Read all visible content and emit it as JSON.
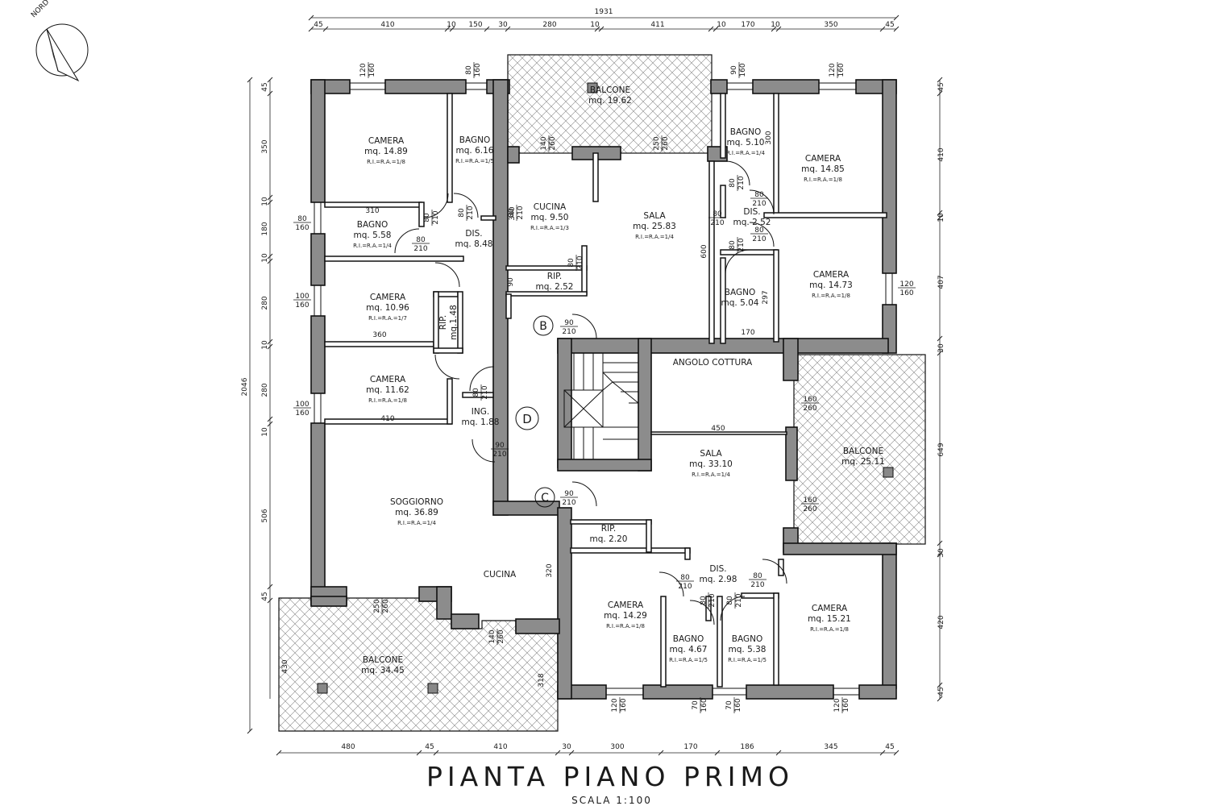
{
  "title": "PIANTA PIANO PRIMO",
  "scale": "SCALA 1:100",
  "compass": {
    "label": "NORD",
    "icon": "north-arrow-icon"
  },
  "dimensions": {
    "top_total": "1931",
    "top": [
      "45",
      "410",
      "10",
      "150",
      "30",
      "280",
      "10",
      "411",
      "10",
      "170",
      "10",
      "350",
      "45"
    ],
    "bottom": [
      "480",
      "45",
      "410",
      "30",
      "300",
      "170",
      "186",
      "345",
      "45"
    ],
    "left_total": "2046",
    "left": [
      "45",
      "350",
      "10",
      "180",
      "10",
      "280",
      "10",
      "280",
      "10",
      "506",
      "45"
    ],
    "right": [
      "45",
      "410",
      "10",
      "407",
      "30",
      "649",
      "30",
      "420",
      "45"
    ]
  },
  "rooms": [
    {
      "id": "camera-1",
      "name": "CAMERA",
      "area": "mq. 14.89",
      "ratio": "R.I.=R.A.=1/8"
    },
    {
      "id": "bagno-1",
      "name": "BAGNO",
      "area": "mq. 6.16",
      "ratio": "R.I.=R.A.=1/5"
    },
    {
      "id": "balcone-1",
      "name": "BALCONE",
      "area": "mq. 19.62",
      "ratio": ""
    },
    {
      "id": "bagno-2",
      "name": "BAGNO",
      "area": "mq. 5.10",
      "ratio": "R.I.=R.A.=1/4"
    },
    {
      "id": "camera-2",
      "name": "CAMERA",
      "area": "mq. 14.85",
      "ratio": "R.I.=R.A.=1/8"
    },
    {
      "id": "cucina-1",
      "name": "CUCINA",
      "area": "mq. 9.50",
      "ratio": "R.I.=R.A.=1/3"
    },
    {
      "id": "sala-1",
      "name": "SALA",
      "area": "mq. 25.83",
      "ratio": "R.I.=R.A.=1/4"
    },
    {
      "id": "bagno-3",
      "name": "BAGNO",
      "area": "mq. 5.58",
      "ratio": "R.I.=R.A.=1/4"
    },
    {
      "id": "dis-1",
      "name": "DIS.",
      "area": "mq. 8.48",
      "ratio": ""
    },
    {
      "id": "dis-2",
      "name": "DIS.",
      "area": "mq. 2.52",
      "ratio": ""
    },
    {
      "id": "rip-1",
      "name": "RIP.",
      "area": "mq. 2.52",
      "ratio": ""
    },
    {
      "id": "camera-3",
      "name": "CAMERA",
      "area": "mq. 10.96",
      "ratio": "R.I.=R.A.=1/7"
    },
    {
      "id": "bagno-4",
      "name": "BAGNO",
      "area": "mq. 5.04",
      "ratio": ""
    },
    {
      "id": "camera-4",
      "name": "CAMERA",
      "area": "mq. 14.73",
      "ratio": "R.I.=R.A.=1/8"
    },
    {
      "id": "rip-2",
      "name": "RIP.",
      "area": "mq.1.48",
      "ratio": ""
    },
    {
      "id": "camera-5",
      "name": "CAMERA",
      "area": "mq. 11.62",
      "ratio": "R.I.=R.A.=1/8"
    },
    {
      "id": "ing",
      "name": "ING.",
      "area": "mq. 1.88",
      "ratio": ""
    },
    {
      "id": "angolo",
      "name": "ANGOLO  COTTURA",
      "area": "",
      "ratio": ""
    },
    {
      "id": "sala-2",
      "name": "SALA",
      "area": "mq. 33.10",
      "ratio": "R.I.=R.A.=1/4"
    },
    {
      "id": "balcone-2",
      "name": "BALCONE",
      "area": "mq. 25.11",
      "ratio": ""
    },
    {
      "id": "soggiorno",
      "name": "SOGGIORNO",
      "area": "mq. 36.89",
      "ratio": "R.I.=R.A.=1/4"
    },
    {
      "id": "rip-3",
      "name": "RIP.",
      "area": "mq. 2.20",
      "ratio": ""
    },
    {
      "id": "dis-3",
      "name": "DIS.",
      "area": "mq. 2.98",
      "ratio": ""
    },
    {
      "id": "cucina-2",
      "name": "CUCINA",
      "area": "",
      "ratio": ""
    },
    {
      "id": "camera-6",
      "name": "CAMERA",
      "area": "mq. 14.29",
      "ratio": "R.I.=R.A.=1/8"
    },
    {
      "id": "camera-7",
      "name": "CAMERA",
      "area": "mq. 15.21",
      "ratio": "R.I.=R.A.=1/8"
    },
    {
      "id": "bagno-5",
      "name": "BAGNO",
      "area": "mq. 4.67",
      "ratio": "R.I.=R.A.=1/5"
    },
    {
      "id": "bagno-6",
      "name": "BAGNO",
      "area": "mq. 5.38",
      "ratio": "R.I.=R.A.=1/5"
    },
    {
      "id": "balcone-3",
      "name": "BALCONE",
      "area": "mq. 34.45",
      "ratio": ""
    }
  ],
  "stairs": [
    "B",
    "C",
    "D"
  ],
  "openings": [
    {
      "id": "w1",
      "w": "120",
      "h": "160"
    },
    {
      "id": "w2",
      "w": "80",
      "h": "160"
    },
    {
      "id": "w3",
      "w": "90",
      "h": "160"
    },
    {
      "id": "w4",
      "w": "120",
      "h": "160"
    },
    {
      "id": "w5",
      "w": "140",
      "h": "260"
    },
    {
      "id": "w6",
      "w": "250",
      "h": "260"
    },
    {
      "id": "w7",
      "w": "80",
      "h": "160"
    },
    {
      "id": "w8",
      "w": "100",
      "h": "160"
    },
    {
      "id": "w9",
      "w": "100",
      "h": "160"
    },
    {
      "id": "w10",
      "w": "120",
      "h": "160"
    },
    {
      "id": "w11",
      "w": "160",
      "h": "260"
    },
    {
      "id": "w12",
      "w": "160",
      "h": "260"
    },
    {
      "id": "w13",
      "w": "250",
      "h": "260"
    },
    {
      "id": "w14",
      "w": "140",
      "h": "260"
    },
    {
      "id": "w15",
      "w": "120",
      "h": "160"
    },
    {
      "id": "w16",
      "w": "70",
      "h": "160"
    },
    {
      "id": "w17",
      "w": "70",
      "h": "160"
    },
    {
      "id": "w18",
      "w": "120",
      "h": "160"
    },
    {
      "id": "d1",
      "w": "80",
      "h": "210"
    },
    {
      "id": "d2",
      "w": "80",
      "h": "210"
    },
    {
      "id": "d3",
      "w": "80",
      "h": "210"
    },
    {
      "id": "d4",
      "w": "80",
      "h": "210"
    },
    {
      "id": "d5",
      "w": "80",
      "h": "210"
    },
    {
      "id": "d6",
      "w": "80",
      "h": "210"
    },
    {
      "id": "d7",
      "w": "80",
      "h": "210"
    },
    {
      "id": "d8",
      "w": "80",
      "h": "210"
    },
    {
      "id": "d9",
      "w": "80",
      "h": "210"
    },
    {
      "id": "d10",
      "w": "80",
      "h": "210"
    },
    {
      "id": "d11",
      "w": "90",
      "h": "210"
    },
    {
      "id": "d12",
      "w": "90",
      "h": "210"
    },
    {
      "id": "d13",
      "w": "90",
      "h": "210"
    },
    {
      "id": "d14",
      "w": "80",
      "h": "210"
    },
    {
      "id": "d15",
      "w": "80",
      "h": "210"
    },
    {
      "id": "d16",
      "w": "80",
      "h": "210"
    },
    {
      "id": "d17",
      "w": "80",
      "h": "210"
    },
    {
      "id": "d18",
      "w": "80",
      "h": "210"
    }
  ],
  "inner_dims": [
    {
      "id": "i1",
      "v": "310"
    },
    {
      "id": "i2",
      "v": "340"
    },
    {
      "id": "i3",
      "v": "300"
    },
    {
      "id": "i4",
      "v": "600"
    },
    {
      "id": "i5",
      "v": "90"
    },
    {
      "id": "i6",
      "v": "360"
    },
    {
      "id": "i7",
      "v": "297"
    },
    {
      "id": "i8",
      "v": "170"
    },
    {
      "id": "i9",
      "v": "410"
    },
    {
      "id": "i10",
      "v": "450"
    },
    {
      "id": "i11",
      "v": "320"
    },
    {
      "id": "i12",
      "v": "430"
    },
    {
      "id": "i13",
      "v": "318"
    }
  ]
}
